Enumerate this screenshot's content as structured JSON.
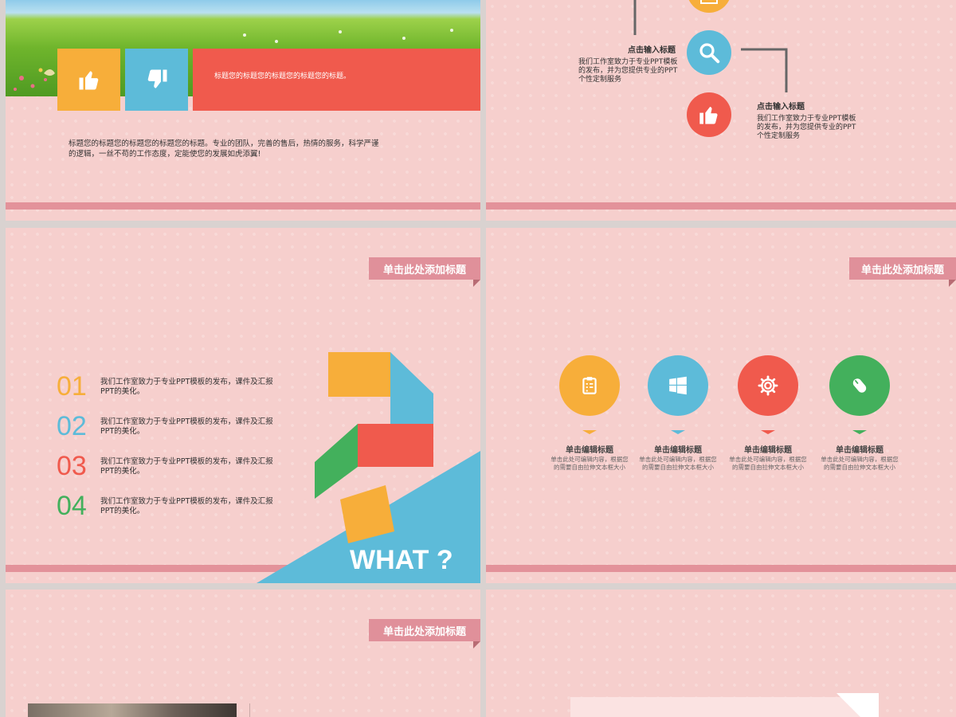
{
  "slide1": {
    "banner_text": "标题您的标题您的标题您的标题您的标题。",
    "body_line1": "标题您的标题您的标题您的标题您的标题。专业的团队，完善的售后，热情的服务，科学严谨",
    "body_line2": "的逻辑，一丝不苟的工作态度，定能使您的发展如虎添翼!",
    "icons": [
      "thumbs-up-icon",
      "thumbs-down-icon"
    ],
    "colors": {
      "thumb_up_bg": "#f7ae3a",
      "thumb_down_bg": "#5dbbd9",
      "banner_bg": "#f05a4d"
    }
  },
  "slide2": {
    "item1": {
      "title": "点击输入标题",
      "lines": [
        "我们工作室致力于专业PPT模板",
        "的发布，并为您提供专业的PPT",
        "个性定制服务"
      ]
    },
    "item2": {
      "title": "点击输入标题",
      "lines": [
        "我们工作室致力于专业PPT模板",
        "的发布，并为您提供专业的PPT",
        "个性定制服务"
      ]
    },
    "icons": [
      "search-icon",
      "thumbs-up-icon"
    ]
  },
  "slide3": {
    "tab_title": "单击此处添加标题",
    "items": [
      {
        "num": "01",
        "line1": "我们工作室致力于专业PPT模板的发布，课件及汇报",
        "line2": "PPT的美化。",
        "color": "#f7ae3a"
      },
      {
        "num": "02",
        "line1": "我们工作室致力于专业PPT模板的发布，课件及汇报",
        "line2": "PPT的美化。",
        "color": "#5dbbd9"
      },
      {
        "num": "03",
        "line1": "我们工作室致力于专业PPT模板的发布，课件及汇报",
        "line2": "PPT的美化。",
        "color": "#f05a4d"
      },
      {
        "num": "04",
        "line1": "我们工作室致力于专业PPT模板的发布，课件及汇报",
        "line2": "PPT的美化。",
        "color": "#43b05c"
      }
    ],
    "what_text": "WHAT ?"
  },
  "slide4": {
    "tab_title": "单击此处添加标题",
    "items": [
      {
        "title": "单击编辑标题",
        "line1": "单击此处可编辑内容，根据您",
        "line2": "的需要自由拉伸文本框大小",
        "color": "#f7ae3a",
        "icon": "clipboard-icon"
      },
      {
        "title": "单击编辑标题",
        "line1": "单击此处可编辑内容，根据您",
        "line2": "的需要自由拉伸文本框大小",
        "color": "#5dbbd9",
        "icon": "windows-icon"
      },
      {
        "title": "单击编辑标题",
        "line1": "单击此处可编辑内容，根据您",
        "line2": "的需要自由拉伸文本框大小",
        "color": "#f05a4d",
        "icon": "gear-icon"
      },
      {
        "title": "单击编辑标题",
        "line1": "单击此处可编辑内容，根据您",
        "line2": "的需要自由拉伸文本框大小",
        "color": "#43b05c",
        "icon": "mouse-icon"
      }
    ]
  },
  "slide5": {
    "tab_title": "单击此处添加标题"
  }
}
